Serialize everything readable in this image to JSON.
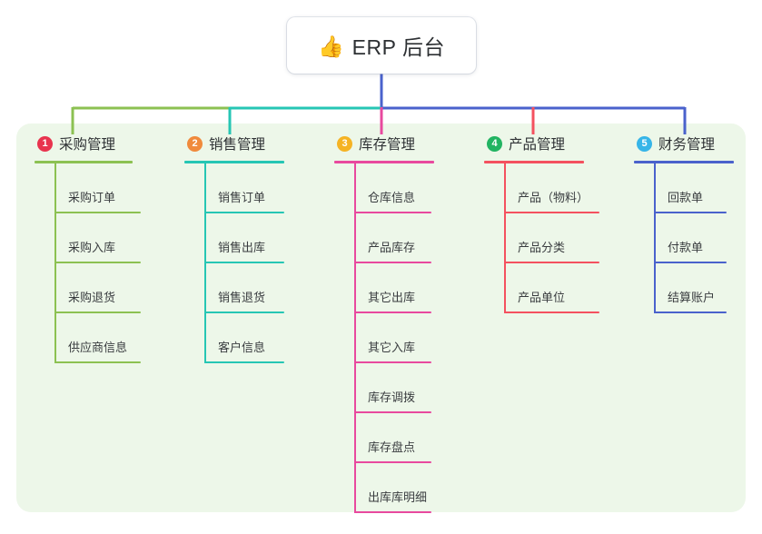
{
  "diagram": {
    "type": "org-chart",
    "root": {
      "icon": "thumbs-up-emoji",
      "icon_glyph": "👍",
      "title": "ERP 后台"
    },
    "panel_background": "#edf7e9",
    "branches": [
      {
        "index": "1",
        "title": "采购管理",
        "color": "#8cc152",
        "badge_color": "#e8344e",
        "items": [
          "采购订单",
          "采购入库",
          "采购退货",
          "供应商信息"
        ]
      },
      {
        "index": "2",
        "title": "销售管理",
        "color": "#26c6b4",
        "badge_color": "#f08a3c",
        "items": [
          "销售订单",
          "销售出库",
          "销售退货",
          "客户信息"
        ]
      },
      {
        "index": "3",
        "title": "库存管理",
        "color": "#e8499e",
        "badge_color": "#f5b324",
        "items": [
          "仓库信息",
          "产品库存",
          "其它出库",
          "其它入库",
          "库存调拨",
          "库存盘点",
          "出库库明细"
        ]
      },
      {
        "index": "4",
        "title": "产品管理",
        "color": "#f4515f",
        "badge_color": "#22b462",
        "items": [
          "产品（物料）",
          "产品分类",
          "产品单位"
        ]
      },
      {
        "index": "5",
        "title": "财务管理",
        "color": "#4a62cc",
        "badge_color": "#36b5e8",
        "items": [
          "回款单",
          "付款单",
          "结算账户"
        ]
      }
    ]
  }
}
